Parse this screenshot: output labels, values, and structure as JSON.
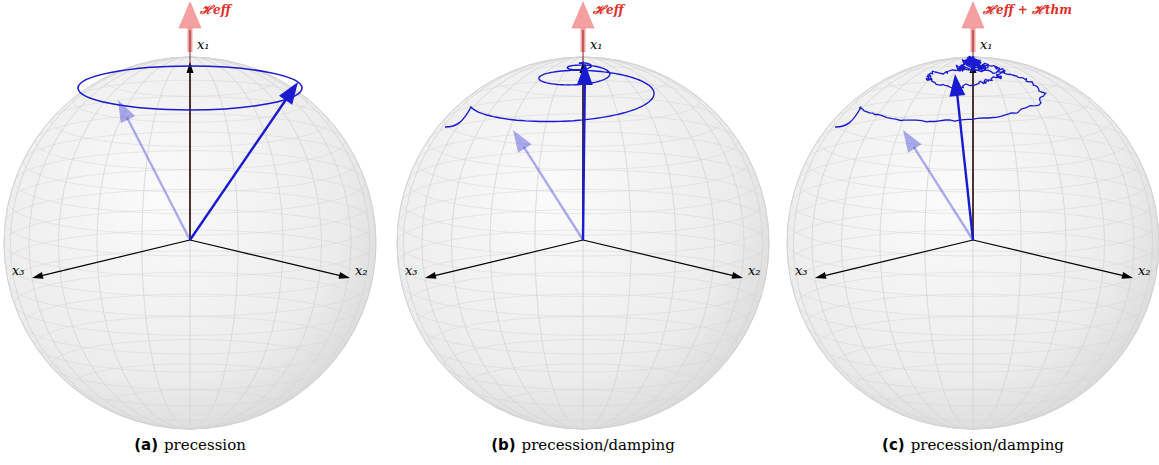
{
  "diagram": {
    "labels": [
      "ℋeff",
      "x₁",
      "x₃",
      "x₂",
      "(a)",
      "precession",
      "ℋeff",
      "x₁",
      "x₃",
      "x₂",
      "(b)",
      "precession/damping",
      "ℋeff + ℋthm",
      "x₁",
      "x₃",
      "x₂",
      "(c)",
      "precession/damping"
    ]
  }
}
